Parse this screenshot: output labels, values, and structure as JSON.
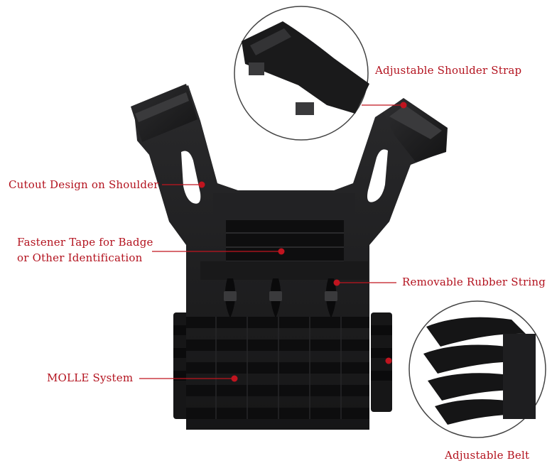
{
  "colors": {
    "label": "#b3121e",
    "leader": "#c0141f",
    "vest": "#1c1c1e",
    "webbing": "#0d0d0e"
  },
  "labels": {
    "shoulder_strap": "Adjustable Shoulder Strap",
    "cutout": "Cutout Design on Shoulder",
    "fastener_line1": "Fastener Tape for Badge",
    "fastener_line2": "or Other Identification",
    "rubber_string": "Removable Rubber String",
    "molle": "MOLLE System",
    "belt": "Adjustable Belt"
  }
}
